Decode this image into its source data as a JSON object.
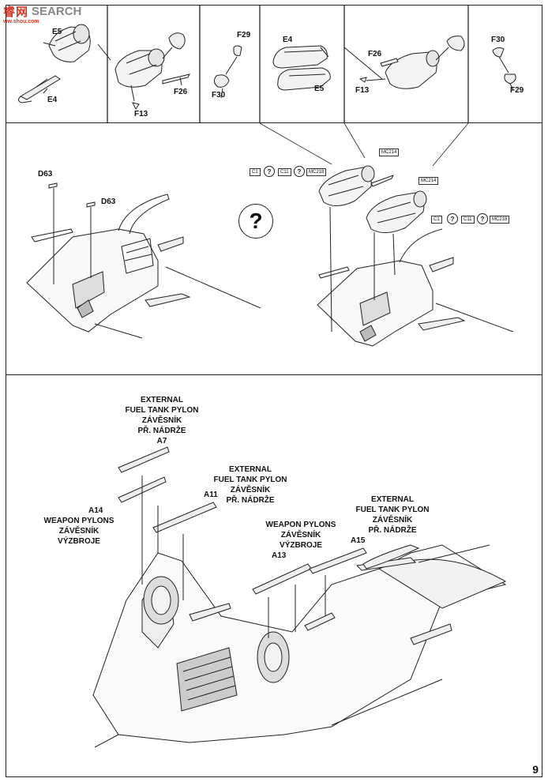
{
  "watermark": {
    "logo": "睿网",
    "search": "SEARCH",
    "url": "ww.shou.com"
  },
  "page_number": "9",
  "top_panels": {
    "p1": {
      "labels": [
        "E5",
        "E4"
      ]
    },
    "p2": {
      "labels": [
        "F26",
        "F13"
      ]
    },
    "p3": {
      "labels": [
        "F29",
        "F30"
      ]
    },
    "p4": {
      "labels": [
        "E4",
        "E5"
      ]
    },
    "p5": {
      "labels": [
        "F26",
        "F13"
      ]
    },
    "p6": {
      "labels": [
        "F30",
        "F29"
      ]
    }
  },
  "middle": {
    "left_labels": [
      "D63",
      "D63"
    ],
    "question_mark": "?",
    "ref_boxes_left": [
      "C1",
      "C11",
      "MC218"
    ],
    "ref_boxes_right": [
      "C1",
      "C11",
      "MC218"
    ],
    "mc214_a": "MC214",
    "mc214_b": "MC214",
    "q_small": "?"
  },
  "bottom": {
    "group1": {
      "lines": [
        "EXTERNAL",
        "FUEL TANK PYLON",
        "ZÁVĚSNÍK",
        "PŘ. NÁDRŽE",
        "A7"
      ]
    },
    "group2": {
      "lines": [
        "EXTERNAL",
        "FUEL TANK PYLON",
        "ZÁVĚSNÍK",
        "PŘ. NÁDRŽE"
      ]
    },
    "group3": {
      "lines": [
        "EXTERNAL",
        "FUEL TANK PYLON",
        "ZÁVĚSNÍK",
        "PŘ. NÁDRŽE"
      ]
    },
    "group4": {
      "lines": [
        "A14",
        "WEAPON PYLONS",
        "ZÁVĚSNÍK",
        "VÝZBROJE"
      ]
    },
    "group5": {
      "lines": [
        "WEAPON PYLONS",
        "ZÁVĚSNÍK",
        "VÝZBROJE",
        "A13"
      ]
    },
    "a11": "A11",
    "a15": "A15"
  }
}
